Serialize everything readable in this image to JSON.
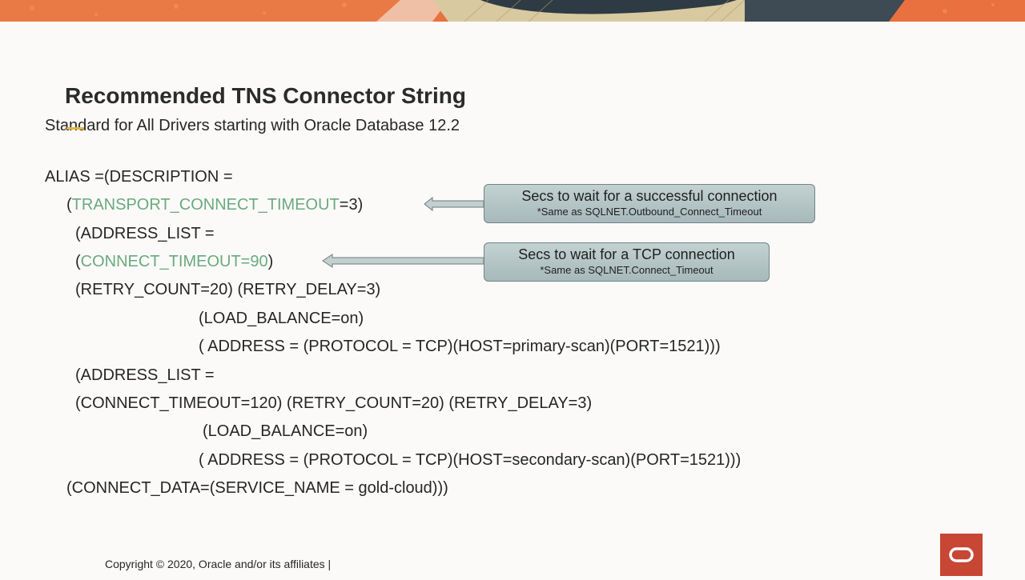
{
  "slide": {
    "title": "Recommended TNS Connector String",
    "subtitle": "Standard for All Drivers starting with Oracle Database 12.2"
  },
  "code": {
    "line1": "ALIAS =(DESCRIPTION =",
    "line2_open": "(",
    "line2_param": "TRANSPORT_CONNECT_TIMEOUT",
    "line2_rest": "=3)",
    "line3": "(ADDRESS_LIST =",
    "line4_open": "(",
    "line4_param": "CONNECT_TIMEOUT=90",
    "line4_rest": ")",
    "line5": "(RETRY_COUNT=20) (RETRY_DELAY=3)",
    "line6": "(LOAD_BALANCE=on)",
    "line7": "( ADDRESS = (PROTOCOL = TCP)(HOST=primary-scan)(PORT=1521)))",
    "line8": "(ADDRESS_LIST =",
    "line9": "(CONNECT_TIMEOUT=120) (RETRY_COUNT=20) (RETRY_DELAY=3)",
    "line10": "(LOAD_BALANCE=on)",
    "line11": "( ADDRESS = (PROTOCOL = TCP)(HOST=secondary-scan)(PORT=1521)))",
    "line12": "(CONNECT_DATA=(SERVICE_NAME = gold-cloud)))"
  },
  "callouts": {
    "transport": {
      "main": "Secs to wait for a successful connection",
      "sub": "*Same as SQLNET.Outbound_Connect_Timeout"
    },
    "tcp": {
      "main": "Secs to wait for a TCP connection",
      "sub": "*Same as SQLNET.Connect_Timeout"
    }
  },
  "footer": {
    "copyright": "Copyright © 2020, Oracle and/or its affiliates  |"
  },
  "colors": {
    "highlight": "#6aaa7f",
    "oracle_red": "#c74634",
    "callout_fill": "#b5c6c7"
  },
  "icons": {
    "logo": "oracle-logo-icon"
  }
}
